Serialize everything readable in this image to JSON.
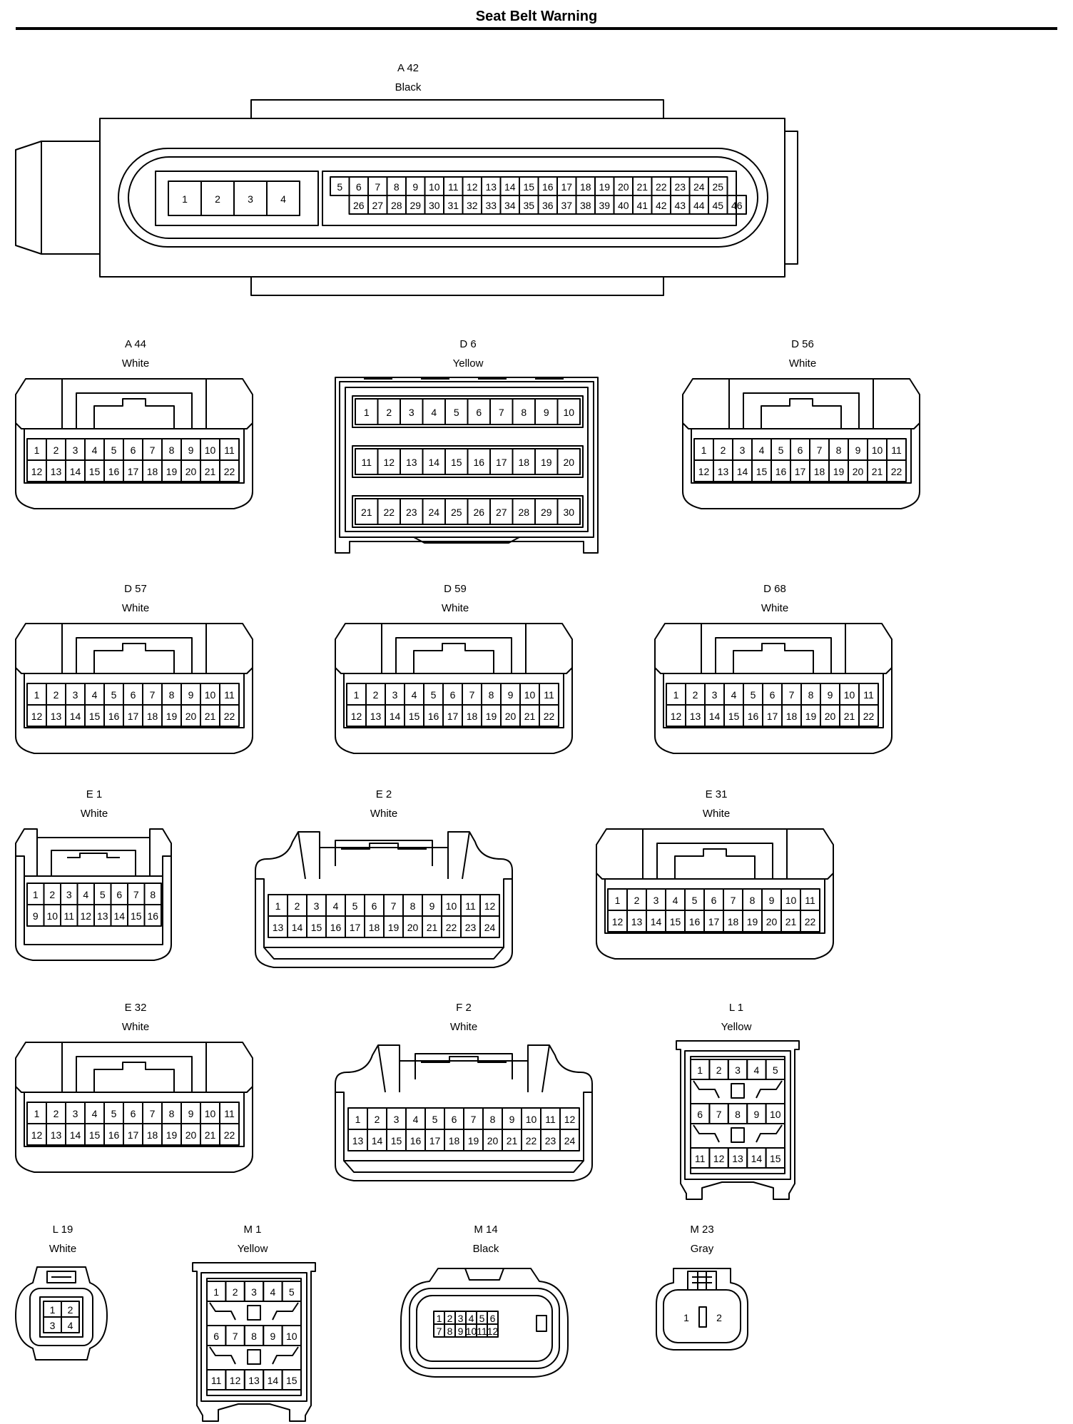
{
  "title": "Seat Belt Warning",
  "connectors": [
    {
      "id": "A42",
      "name": "A 42",
      "color": "Black",
      "style": "a42",
      "blocks": [
        [
          "1",
          "2",
          "3",
          "4"
        ]
      ],
      "rows": [
        {
          "start": 5,
          "end": 25
        },
        {
          "start": 26,
          "end": 46
        }
      ]
    },
    {
      "id": "A44",
      "name": "A 44",
      "color": "White",
      "style": "t22",
      "rows": [
        {
          "start": 1,
          "end": 11
        },
        {
          "start": 12,
          "end": 22
        }
      ]
    },
    {
      "id": "D6",
      "name": "D 6",
      "color": "Yellow",
      "style": "d6",
      "rows": [
        {
          "start": 1,
          "end": 10
        },
        {
          "start": 11,
          "end": 20
        },
        {
          "start": 21,
          "end": 30
        }
      ]
    },
    {
      "id": "D56",
      "name": "D 56",
      "color": "White",
      "style": "t22",
      "rows": [
        {
          "start": 1,
          "end": 11
        },
        {
          "start": 12,
          "end": 22
        }
      ]
    },
    {
      "id": "D57",
      "name": "D 57",
      "color": "White",
      "style": "t22",
      "rows": [
        {
          "start": 1,
          "end": 11
        },
        {
          "start": 12,
          "end": 22
        }
      ]
    },
    {
      "id": "D59",
      "name": "D 59",
      "color": "White",
      "style": "t22",
      "rows": [
        {
          "start": 1,
          "end": 11
        },
        {
          "start": 12,
          "end": 22
        }
      ]
    },
    {
      "id": "D68",
      "name": "D 68",
      "color": "White",
      "style": "t22",
      "rows": [
        {
          "start": 1,
          "end": 11
        },
        {
          "start": 12,
          "end": 22
        }
      ]
    },
    {
      "id": "E1",
      "name": "E 1",
      "color": "White",
      "style": "e1",
      "rows": [
        {
          "start": 1,
          "end": 8
        },
        {
          "start": 9,
          "end": 16
        }
      ]
    },
    {
      "id": "E2",
      "name": "E 2",
      "color": "White",
      "style": "e2",
      "rows": [
        {
          "start": 1,
          "end": 12
        },
        {
          "start": 13,
          "end": 24
        }
      ]
    },
    {
      "id": "E31",
      "name": "E 31",
      "color": "White",
      "style": "t22",
      "rows": [
        {
          "start": 1,
          "end": 11
        },
        {
          "start": 12,
          "end": 22
        }
      ]
    },
    {
      "id": "E32",
      "name": "E 32",
      "color": "White",
      "style": "t22",
      "rows": [
        {
          "start": 1,
          "end": 11
        },
        {
          "start": 12,
          "end": 22
        }
      ]
    },
    {
      "id": "F2",
      "name": "F 2",
      "color": "White",
      "style": "e2",
      "rows": [
        {
          "start": 1,
          "end": 12
        },
        {
          "start": 13,
          "end": 24
        }
      ]
    },
    {
      "id": "L1",
      "name": "L 1",
      "color": "Yellow",
      "style": "l1",
      "rows": [
        {
          "start": 1,
          "end": 5
        },
        {
          "start": 6,
          "end": 10
        },
        {
          "start": 11,
          "end": 15
        }
      ]
    },
    {
      "id": "L19",
      "name": "L 19",
      "color": "White",
      "style": "l19",
      "rows": [
        {
          "start": 1,
          "end": 2
        },
        {
          "start": 3,
          "end": 4
        }
      ]
    },
    {
      "id": "M1",
      "name": "M 1",
      "color": "Yellow",
      "style": "l1",
      "rows": [
        {
          "start": 1,
          "end": 5
        },
        {
          "start": 6,
          "end": 10
        },
        {
          "start": 11,
          "end": 15
        }
      ]
    },
    {
      "id": "M14",
      "name": "M 14",
      "color": "Black",
      "style": "m14",
      "rows": [
        {
          "start": 1,
          "end": 6
        },
        {
          "start": 7,
          "end": 12
        }
      ]
    },
    {
      "id": "M23",
      "name": "M 23",
      "color": "Gray",
      "style": "m23",
      "rows": [
        {
          "start": 1,
          "end": 2
        }
      ]
    }
  ]
}
